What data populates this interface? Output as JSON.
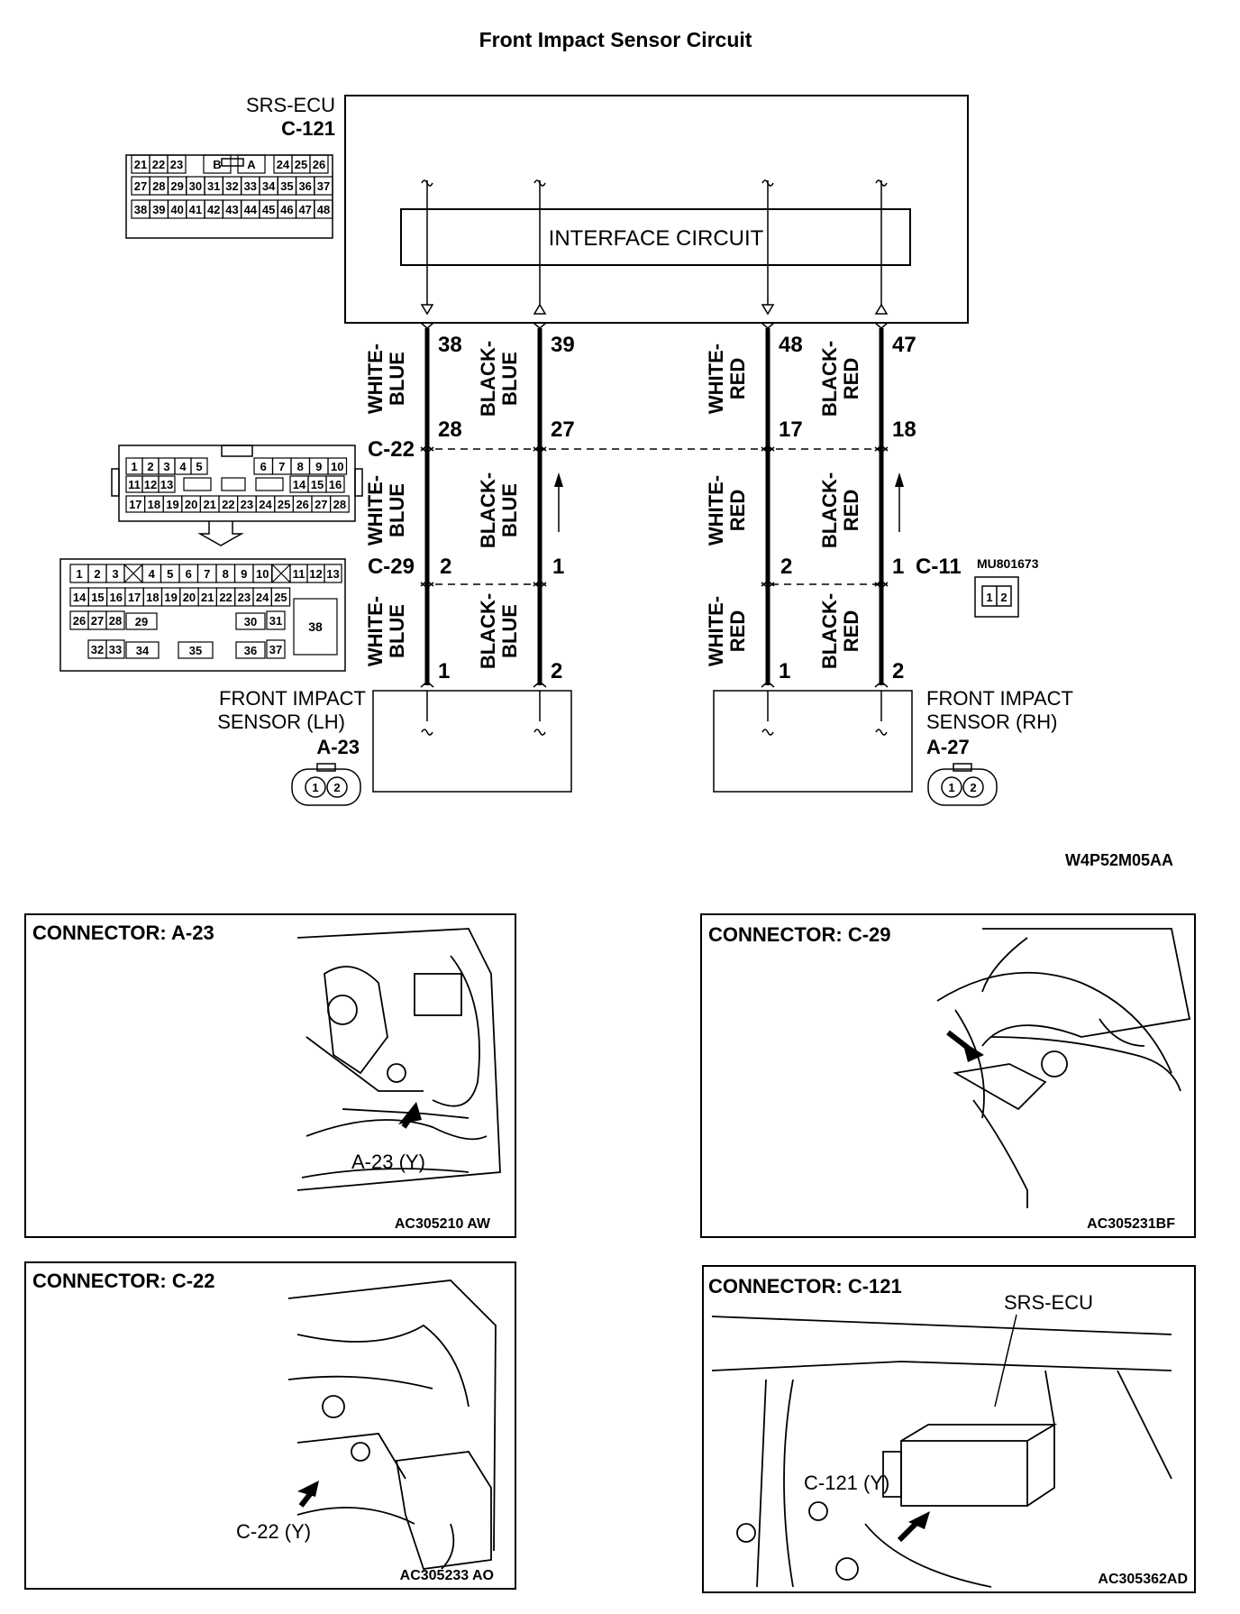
{
  "title": "Front Impact Sensor Circuit",
  "ecu": {
    "name": "SRS-ECU",
    "connector": "C-121",
    "block_label": "INTERFACE CIRCUIT",
    "pins_row1": [
      "21",
      "22",
      "23",
      "B",
      "A",
      "24",
      "25",
      "26"
    ],
    "pins_row2": [
      "27",
      "28",
      "29",
      "30",
      "31",
      "32",
      "33",
      "34",
      "35",
      "36",
      "37"
    ],
    "pins_row3": [
      "38",
      "39",
      "40",
      "41",
      "42",
      "43",
      "44",
      "45",
      "46",
      "47",
      "48"
    ]
  },
  "wires": [
    {
      "id": "w1",
      "ecu_pin": "38",
      "top_color": "WHITE-BLUE",
      "c22_pin": "28",
      "mid_color": "WHITE-BLUE",
      "c29_pin": "2",
      "bottom_color": "WHITE-BLUE",
      "sensor_pin": "1"
    },
    {
      "id": "w2",
      "ecu_pin": "39",
      "top_color": "BLACK-BLUE",
      "c22_pin": "27",
      "mid_color": "BLACK-BLUE",
      "c29_pin": "1",
      "bottom_color": "BLACK-BLUE",
      "sensor_pin": "2"
    },
    {
      "id": "w3",
      "ecu_pin": "48",
      "top_color": "WHITE-RED",
      "c22_pin": "17",
      "mid_color": "WHITE-RED",
      "c29_pin": "2",
      "bottom_color": "WHITE-RED",
      "sensor_pin": "1"
    },
    {
      "id": "w4",
      "ecu_pin": "47",
      "top_color": "BLACK-RED",
      "c22_pin": "18",
      "mid_color": "BLACK-RED",
      "c29_pin": "1",
      "bottom_color": "BLACK-RED",
      "sensor_pin": "2"
    }
  ],
  "junctions": {
    "c22": "C-22",
    "c29": "C-29",
    "c11": "C-11",
    "c11_part": "MU801673",
    "c11_pins": [
      "1",
      "2"
    ]
  },
  "c22_pins": {
    "row1a": [
      "1",
      "2",
      "3",
      "4",
      "5"
    ],
    "row1b": [
      "6",
      "7",
      "8",
      "9",
      "10"
    ],
    "row2a": [
      "11",
      "12",
      "13"
    ],
    "row2b": [
      "14",
      "15",
      "16"
    ],
    "row3": [
      "17",
      "18",
      "19",
      "20",
      "21",
      "22",
      "23",
      "24",
      "25",
      "26",
      "27",
      "28"
    ]
  },
  "c29_pins": {
    "row1a": [
      "1",
      "2",
      "3"
    ],
    "row1b": [
      "4",
      "5",
      "6",
      "7",
      "8",
      "9",
      "10"
    ],
    "row1c": [
      "11",
      "12",
      "13"
    ],
    "row2": [
      "14",
      "15",
      "16",
      "17",
      "18",
      "19",
      "20",
      "21",
      "22",
      "23",
      "24",
      "25"
    ],
    "row3": [
      "26",
      "27",
      "28",
      "29",
      "30",
      "31"
    ],
    "row4": [
      "32",
      "33",
      "34",
      "35",
      "36",
      "37"
    ],
    "big": "38"
  },
  "sensors": [
    {
      "name_line1": "FRONT IMPACT",
      "name_line2": "SENSOR (LH)",
      "connector": "A-23",
      "pins": [
        "1",
        "2"
      ]
    },
    {
      "name_line1": "FRONT IMPACT",
      "name_line2": "SENSOR (RH)",
      "connector": "A-27",
      "pins": [
        "1",
        "2"
      ]
    }
  ],
  "figure_code": "W4P52M05AA",
  "panels": [
    {
      "title": "CONNECTOR: A-23",
      "callout": "A-23 (Y)",
      "code": "AC305210 AW"
    },
    {
      "title": "CONNECTOR: C-29",
      "callout": "",
      "code": "AC305231BF"
    },
    {
      "title": "CONNECTOR: C-22",
      "callout": "C-22 (Y)",
      "code": "AC305233 AO"
    },
    {
      "title": "CONNECTOR: C-121",
      "callout": "C-121 (Y)",
      "label2": "SRS-ECU",
      "code": "AC305362AD"
    }
  ]
}
